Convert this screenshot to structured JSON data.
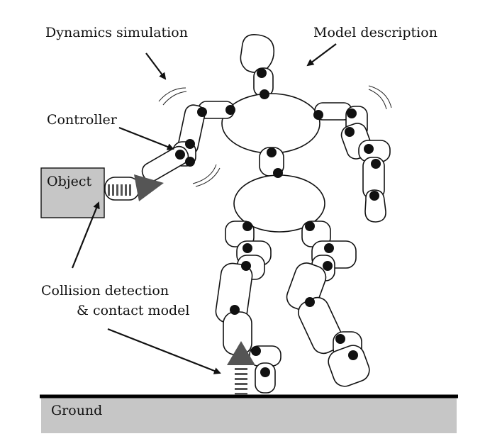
{
  "labels": {
    "dynamics": "Dynamics simulation",
    "model": "Model description",
    "controller": "Controller",
    "object": "Object",
    "collision_line1": "Collision detection",
    "collision_line2": "& contact model",
    "ground": "Ground"
  },
  "colors": {
    "object_fill": "#c6c6c6",
    "ground_fill": "#c6c6c6",
    "force_arrow": "#555555",
    "joint": "#111111"
  }
}
